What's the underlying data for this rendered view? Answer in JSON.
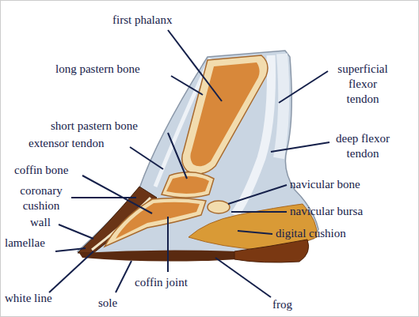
{
  "diagram": {
    "labels": [
      "first phalanx",
      "long pastern bone",
      "superficial flexor tendon",
      "short pastern bone",
      "extensor tendon",
      "deep flexor tendon",
      "coffin bone",
      "navicular bone",
      "coronary cushion",
      "navicular bursa",
      "wall",
      "digital cushion",
      "lamellae",
      "white line",
      "sole",
      "coffin joint",
      "frog"
    ]
  }
}
